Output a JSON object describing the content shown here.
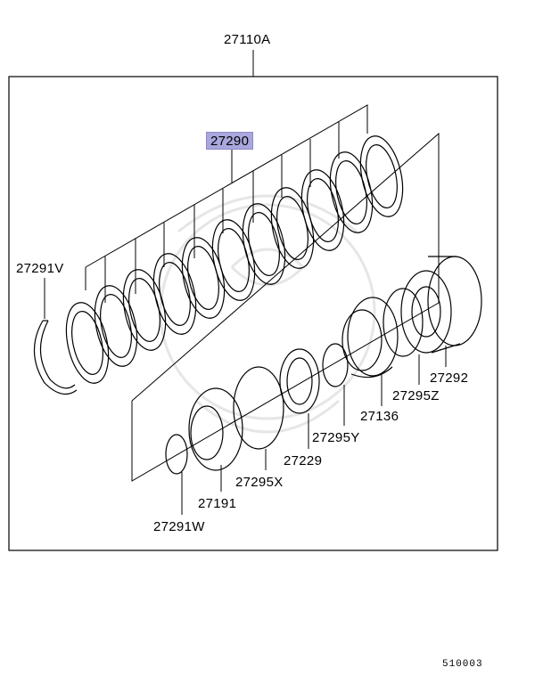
{
  "diagram": {
    "assembly_label": "27110A",
    "highlighted_part": "27290",
    "parts": {
      "p27291v": "27291V",
      "p27292": "27292",
      "p27295z": "27295Z",
      "p27136": "27136",
      "p27295y": "27295Y",
      "p27229": "27229",
      "p27295x": "27295X",
      "p27191": "27191",
      "p27291w": "27291W"
    },
    "figure_number": "510003",
    "highlight_color": "#a9a7dd",
    "line_color": "#000000"
  }
}
